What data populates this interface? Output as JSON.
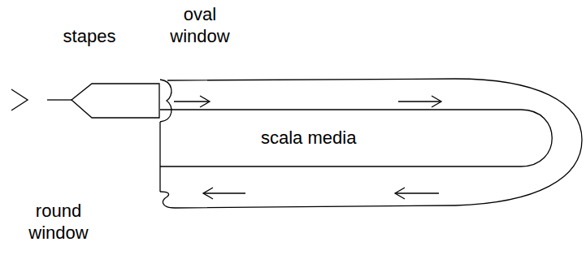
{
  "diagram": {
    "nodes": [
      {
        "text": [
          "scala media"
        ]
      }
    ],
    "labels": [
      "oval window",
      "stapes",
      "round window"
    ]
  }
}
